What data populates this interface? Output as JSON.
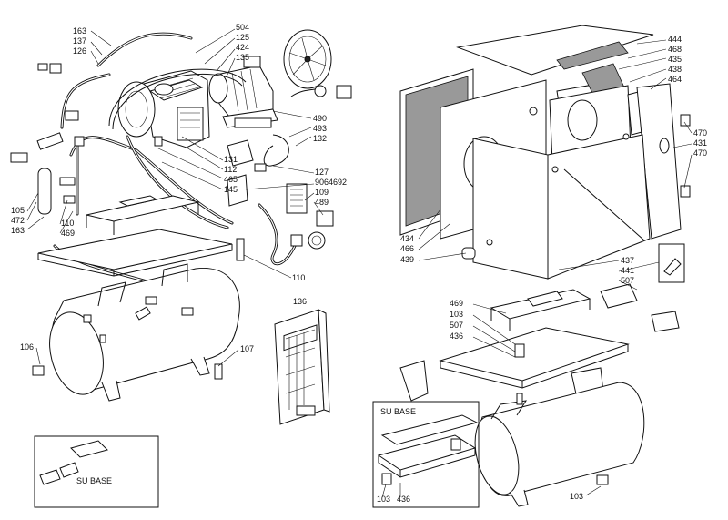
{
  "left_labels": [
    {
      "id": "163a",
      "text": "163"
    },
    {
      "id": "137",
      "text": "137"
    },
    {
      "id": "126",
      "text": "126"
    },
    {
      "id": "504",
      "text": "504"
    },
    {
      "id": "125",
      "text": "125"
    },
    {
      "id": "424",
      "text": "424"
    },
    {
      "id": "135",
      "text": "135"
    },
    {
      "id": "490",
      "text": "490"
    },
    {
      "id": "493",
      "text": "493"
    },
    {
      "id": "132",
      "text": "132"
    },
    {
      "id": "131",
      "text": "131"
    },
    {
      "id": "112",
      "text": "112"
    },
    {
      "id": "465",
      "text": "465"
    },
    {
      "id": "145",
      "text": "145"
    },
    {
      "id": "127",
      "text": "127"
    },
    {
      "id": "9064692",
      "text": "9064692"
    },
    {
      "id": "109",
      "text": "109"
    },
    {
      "id": "489",
      "text": "489"
    },
    {
      "id": "105",
      "text": "105"
    },
    {
      "id": "472",
      "text": "472"
    },
    {
      "id": "163b",
      "text": "163"
    },
    {
      "id": "110a",
      "text": "110"
    },
    {
      "id": "469a",
      "text": "469"
    },
    {
      "id": "110b",
      "text": "110"
    },
    {
      "id": "136",
      "text": "136"
    },
    {
      "id": "106",
      "text": "106"
    },
    {
      "id": "107",
      "text": "107"
    }
  ],
  "right_labels": [
    {
      "id": "444",
      "text": "444"
    },
    {
      "id": "468",
      "text": "468"
    },
    {
      "id": "435",
      "text": "435"
    },
    {
      "id": "438",
      "text": "438"
    },
    {
      "id": "464",
      "text": "464"
    },
    {
      "id": "470a",
      "text": "470"
    },
    {
      "id": "431",
      "text": "431"
    },
    {
      "id": "470b",
      "text": "470"
    },
    {
      "id": "434",
      "text": "434"
    },
    {
      "id": "466",
      "text": "466"
    },
    {
      "id": "439",
      "text": "439"
    },
    {
      "id": "437",
      "text": "437"
    },
    {
      "id": "441",
      "text": "441"
    },
    {
      "id": "507a",
      "text": "507"
    },
    {
      "id": "469b",
      "text": "469"
    },
    {
      "id": "103a",
      "text": "103"
    },
    {
      "id": "507b",
      "text": "507"
    },
    {
      "id": "436a",
      "text": "436"
    },
    {
      "id": "103b",
      "text": "103"
    },
    {
      "id": "436b",
      "text": "436"
    },
    {
      "id": "103c",
      "text": "103"
    }
  ],
  "insets": {
    "left_su_base": "SU BASE",
    "right_su_base": "SU BASE"
  },
  "colors": {
    "ink": "#111111",
    "paper": "#ffffff",
    "hatch": "#999999"
  }
}
